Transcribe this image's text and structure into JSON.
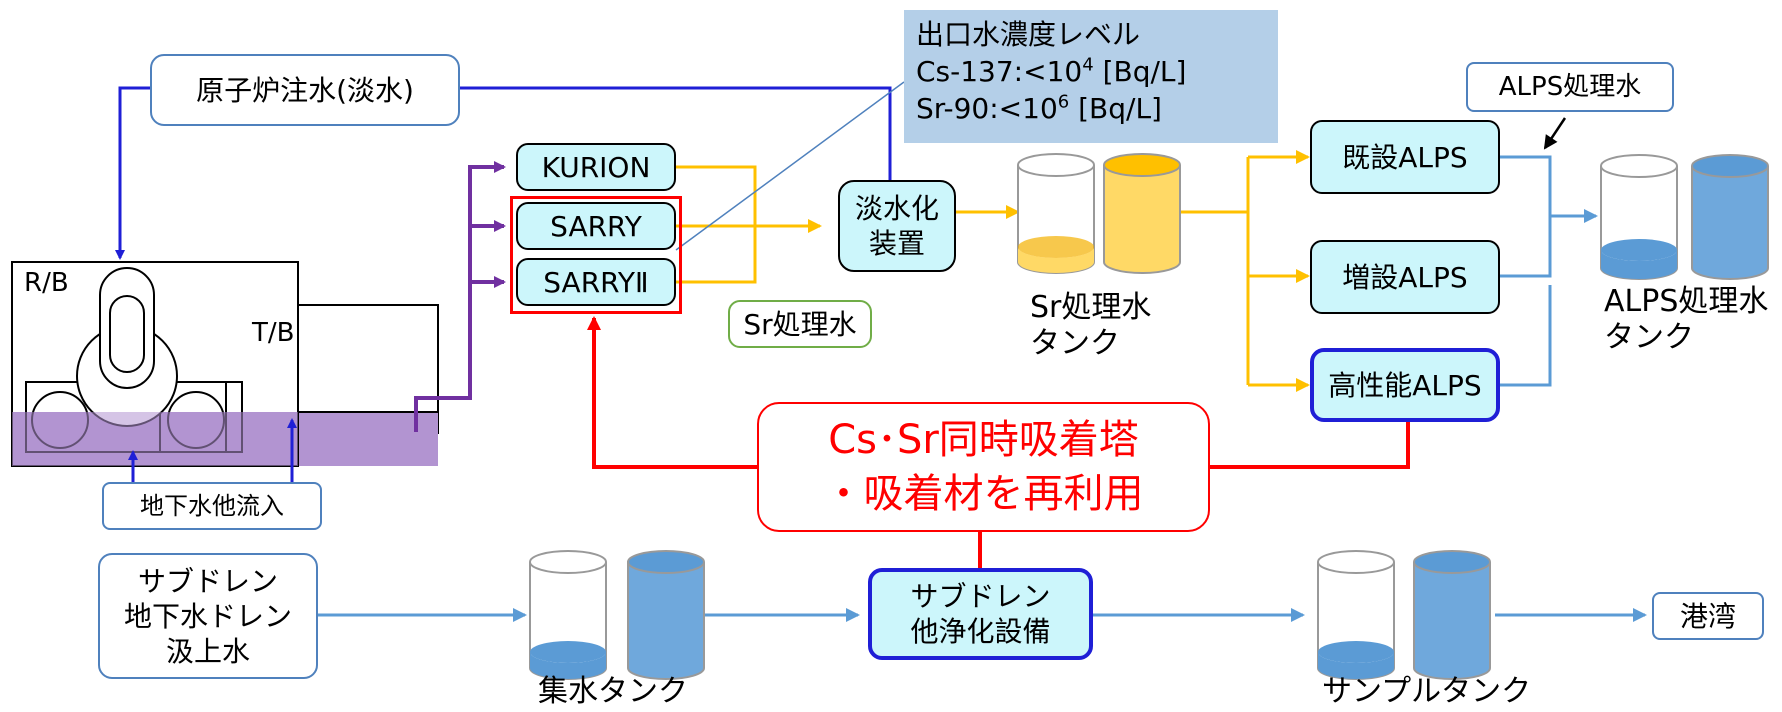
{
  "reactor_water": "原子炉注水(淡水)",
  "rb": "R/B",
  "tb": "T/B",
  "groundwater_inflow": "地下水他流入",
  "kurion": "KURION",
  "sarry": "SARRY",
  "sarry2": "SARRYⅡ",
  "sr_treated": "Sr処理水",
  "desal": "淡水化\n装置",
  "sr_tank": "Sr処理水\nタンク",
  "outlet": {
    "title": "出口水濃度レベル",
    "cs_label": "Cs-137:",
    "cs_value": "<10",
    "cs_exp": "4",
    "cs_unit": " [Bq/L]",
    "sr_label": "Sr-90:",
    "sr_value": "<10",
    "sr_exp": "6",
    "sr_unit": " [Bq/L]"
  },
  "alps_existing": "既設ALPS",
  "alps_added": "増設ALPS",
  "alps_high": "高性能ALPS",
  "alps_treated": "ALPS処理水",
  "alps_tank": "ALPS処理水\nタンク",
  "callout": "Cs･Sr同時吸着塔\n・吸着材を再利用",
  "subdrain": "サブドレン\n地下水ドレン\n汲上水",
  "collect_tank": "集水タンク",
  "purify": "サブドレン\n他浄化設備",
  "sample_tank": "サンプルタンク",
  "harbor": "港湾",
  "colors": {
    "blue_flow": "#1f1fd6",
    "purple_flow": "#7030a0",
    "yellow_flow": "#ffc000",
    "steel_flow": "#5b9bd5",
    "red": "#ff0000",
    "water": "#b294d1"
  }
}
